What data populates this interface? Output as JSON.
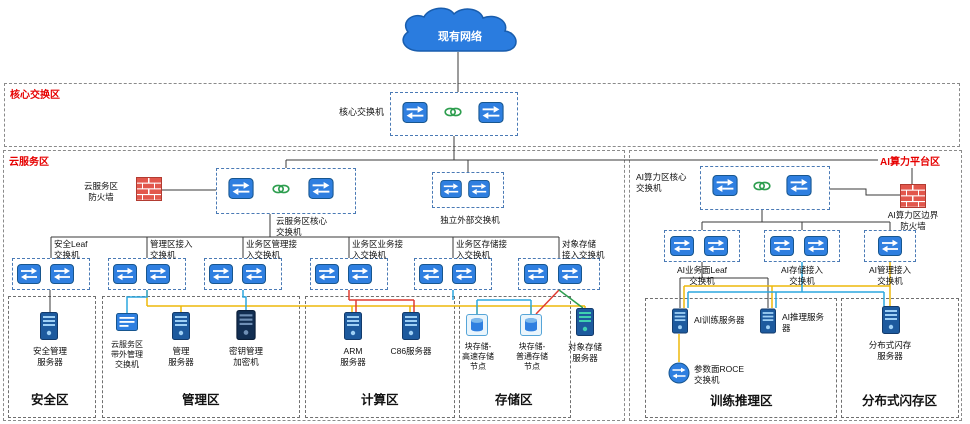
{
  "cloud": {
    "label": "现有网络"
  },
  "core_zone": {
    "title": "核心交换区",
    "switch_label": "核心交换机"
  },
  "cloud_zone": {
    "title": "云服务区",
    "firewall": "云服务区\n防火墙",
    "core_switch": "云服务区核心\n交换机",
    "ext_switch": "独立外部交换机",
    "leaf1": "安全Leaf\n交换机",
    "leaf2": "管理区接入\n交换机",
    "leaf3": "业务区管理接\n入交换机",
    "leaf4": "业务区业务接\n入交换机",
    "leaf5": "业务区存储接\n入交换机",
    "leaf6": "对象存储\n接入交换机",
    "security": {
      "title": "安全区",
      "server": "安全管理\n服务器"
    },
    "mgmt": {
      "title": "管理区",
      "oob": "云服务区\n带外管理\n交换机",
      "server": "管理\n服务器",
      "key": "密钥管理\n加密机"
    },
    "compute": {
      "title": "计算区",
      "arm": "ARM\n服务器",
      "c86": "C86服务器"
    },
    "storage": {
      "title": "存储区",
      "fast": "块存储-\n高速存储\n节点",
      "normal": "块存储-\n普通存储\n节点"
    },
    "object_server": "对象存储\n服务器"
  },
  "ai_zone": {
    "title": "AI算力平台区",
    "core_switch": "AI算力区核心\n交换机",
    "firewall": "AI算力区边界\n防火墙",
    "leaf1": "AI业务面Leaf\n交换机",
    "leaf2": "AI存储接入\n交换机",
    "leaf3": "AI管理接入\n交换机",
    "train": {
      "title": "训练推理区",
      "server": "AI训练服务器",
      "infer": "AI推理服务\n器",
      "roce": "参数面ROCE\n交换机"
    },
    "flash": {
      "title": "分布式闪存区",
      "server": "分布式闪存\n服务器"
    }
  },
  "colors": {
    "accent_red": "#e60000",
    "icon_blue": "#2f7fe0",
    "link_green": "#2e9e4f",
    "line_yellow": "#edb90a",
    "line_blue": "#2ba7df",
    "line_red": "#e03c31"
  }
}
